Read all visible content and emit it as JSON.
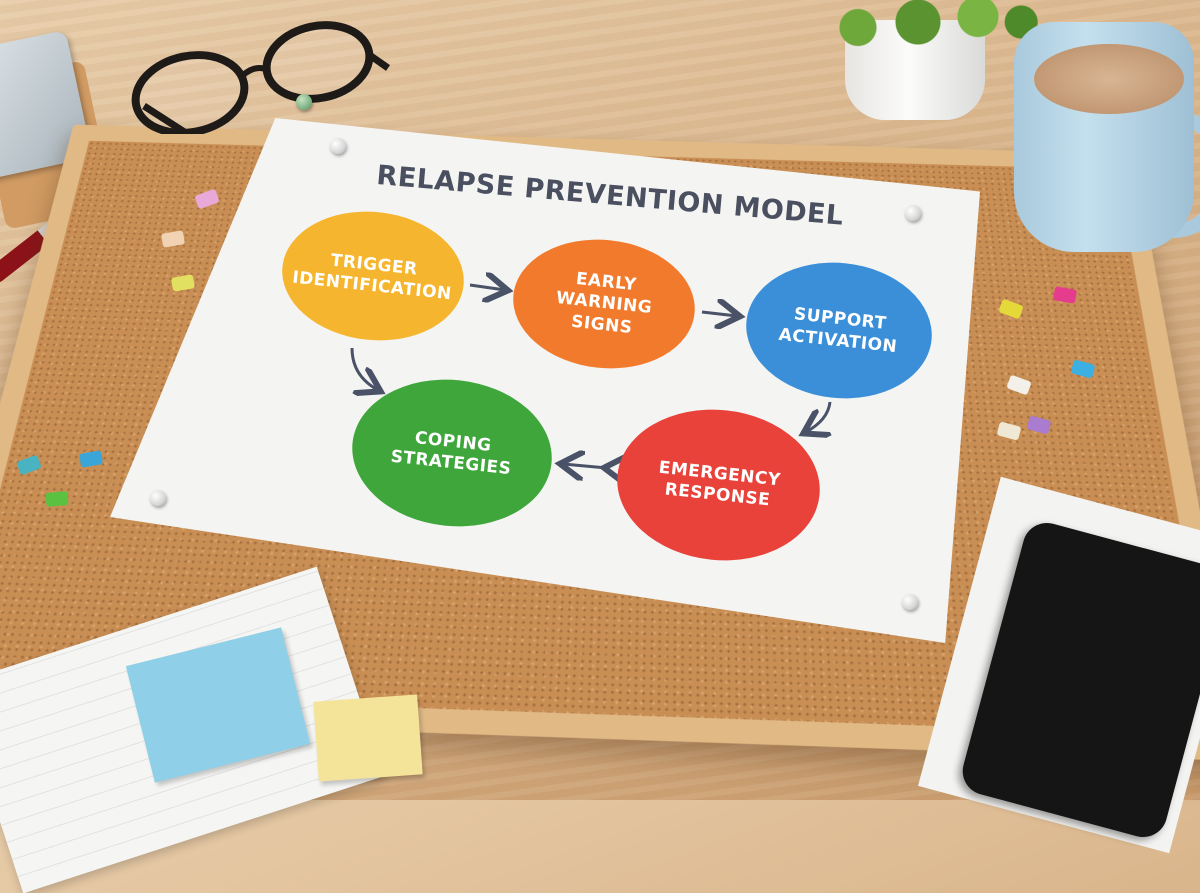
{
  "poster": {
    "title": "RELAPSE PREVENTION MODEL",
    "nodes": [
      {
        "id": "trigger",
        "label": "TRIGGER\nIDENTIFICATION",
        "color": "#f5b52e"
      },
      {
        "id": "early",
        "label": "EARLY\nWARNING\nSIGNS",
        "color": "#f27a2c"
      },
      {
        "id": "support",
        "label": "SUPPORT\nACTIVATION",
        "color": "#3a8fd8"
      },
      {
        "id": "emergency",
        "label": "EMERGENCY\nRESPONSE",
        "color": "#e8423a"
      },
      {
        "id": "coping",
        "label": "COPING\nSTRATEGIES",
        "color": "#3fa63c"
      }
    ],
    "edges": [
      {
        "from": "trigger",
        "to": "early",
        "type": "arrow"
      },
      {
        "from": "early",
        "to": "support",
        "type": "arrow"
      },
      {
        "from": "support",
        "to": "emergency",
        "type": "curved-arrow"
      },
      {
        "from": "emergency",
        "to": "coping",
        "type": "double-arrow"
      },
      {
        "from": "trigger",
        "to": "coping",
        "type": "curved-arrow"
      }
    ],
    "title_color": "#4a5060",
    "arrow_color": "#4a5268"
  },
  "scene": {
    "surface": "wooden desk",
    "board": "cork board with wooden frame",
    "props": [
      "eyeglasses",
      "pen",
      "smartphone on tray",
      "potted plant",
      "light blue coffee mug",
      "binder clips",
      "push pins",
      "spiral notebook",
      "blue sticky notes",
      "yellow sticky notes",
      "smartphone on spiral notepad"
    ]
  }
}
